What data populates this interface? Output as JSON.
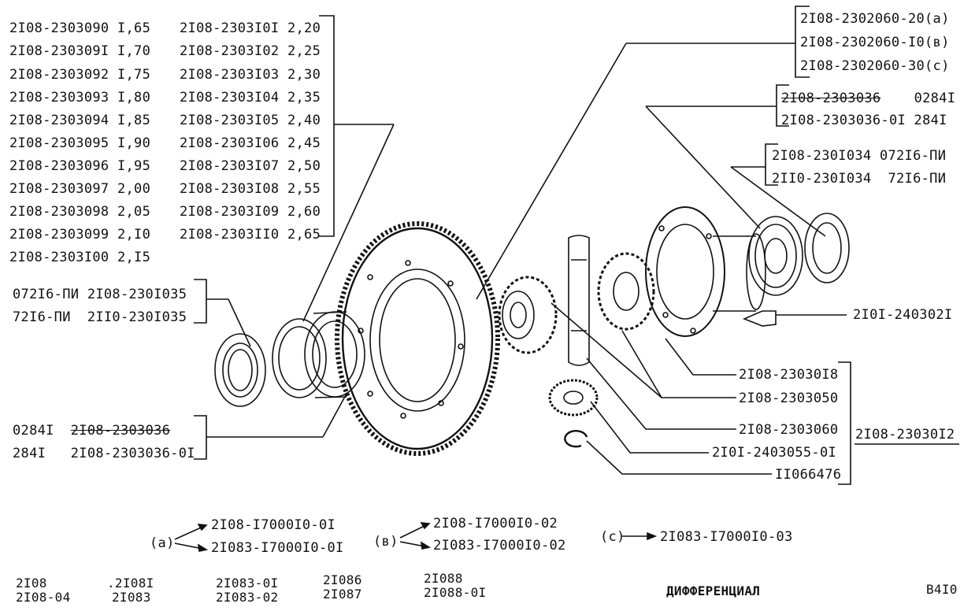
{
  "shim_table": {
    "col1": [
      {
        "part": "2I08-2303090",
        "size": "I,65"
      },
      {
        "part": "2I08-230309I",
        "size": "I,70"
      },
      {
        "part": "2I08-2303092",
        "size": "I,75"
      },
      {
        "part": "2I08-2303093",
        "size": "I,80"
      },
      {
        "part": "2I08-2303094",
        "size": "I,85"
      },
      {
        "part": "2I08-2303095",
        "size": "I,90"
      },
      {
        "part": "2I08-2303096",
        "size": "I,95"
      },
      {
        "part": "2I08-2303097",
        "size": "2,00"
      },
      {
        "part": "2I08-2303098",
        "size": "2,05"
      },
      {
        "part": "2I08-2303099",
        "size": "2,I0"
      },
      {
        "part": "2I08-2303I00",
        "size": "2,I5"
      }
    ],
    "col2": [
      {
        "part": "2I08-2303I0I",
        "size": "2,20"
      },
      {
        "part": "2I08-2303I02",
        "size": "2,25"
      },
      {
        "part": "2I08-2303I03",
        "size": "2,30"
      },
      {
        "part": "2I08-2303I04",
        "size": "2,35"
      },
      {
        "part": "2I08-2303I05",
        "size": "2,40"
      },
      {
        "part": "2I08-2303I06",
        "size": "2,45"
      },
      {
        "part": "2I08-2303I07",
        "size": "2,50"
      },
      {
        "part": "2I08-2303I08",
        "size": "2,55"
      },
      {
        "part": "2I08-2303I09",
        "size": "2,60"
      },
      {
        "part": "2I08-2303II0",
        "size": "2,65"
      }
    ]
  },
  "left_labels": {
    "seal_a": "072I6-ПИ 2I08-230I035",
    "seal_b": "72I6-ПИ  2II0-230I035",
    "bearing_a_num": "0284I",
    "bearing_a_part": "2I08-2303036",
    "bearing_b": "284I   2I08-2303036-0I"
  },
  "right_labels": {
    "gear_a": "2I08-2302060-20(а)",
    "gear_b": "2I08-2302060-I0(в)",
    "gear_c": "2I08-2302060-30(с)",
    "brg_a_part": "2I08-2303036",
    "brg_a_num": "0284I",
    "brg_b": "2I08-2303036-0I 284I",
    "seal_a": "2I08-230I034 072I6-ПИ",
    "seal_b": "2II0-230I034  72I6-ПИ",
    "bolt": "2I0I-240302I",
    "housing": "2I08-23030I8",
    "sat_gear": "2I08-2303050",
    "shaft": "2I08-2303060",
    "side_gear": "2I0I-2403055-0I",
    "ring": "II066476",
    "assembly": "2I08-23030I2"
  },
  "variants": {
    "a_label": "(а)",
    "a1": "2I08-I7000I0-0I",
    "a2": "2I083-I7000I0-0I",
    "b_label": "(в)",
    "b1": "2I08-I7000I0-02",
    "b2": "2I083-I7000I0-02",
    "c_label": "(с)",
    "c1": "2I083-I7000I0-03"
  },
  "footer": {
    "m1a": "2I08",
    "m1b": "2I08-04",
    "m2a": ".2I08I",
    "m2b": "2I083",
    "m3a": "2I083-0I",
    "m3b": "2I083-02",
    "m4a": "2I086",
    "m4b": "2I087",
    "m5a": "2I088",
    "m5b": "2I088-0I",
    "title": "ДИФФЕРЕНЦИАЛ",
    "page": "B4I0"
  }
}
